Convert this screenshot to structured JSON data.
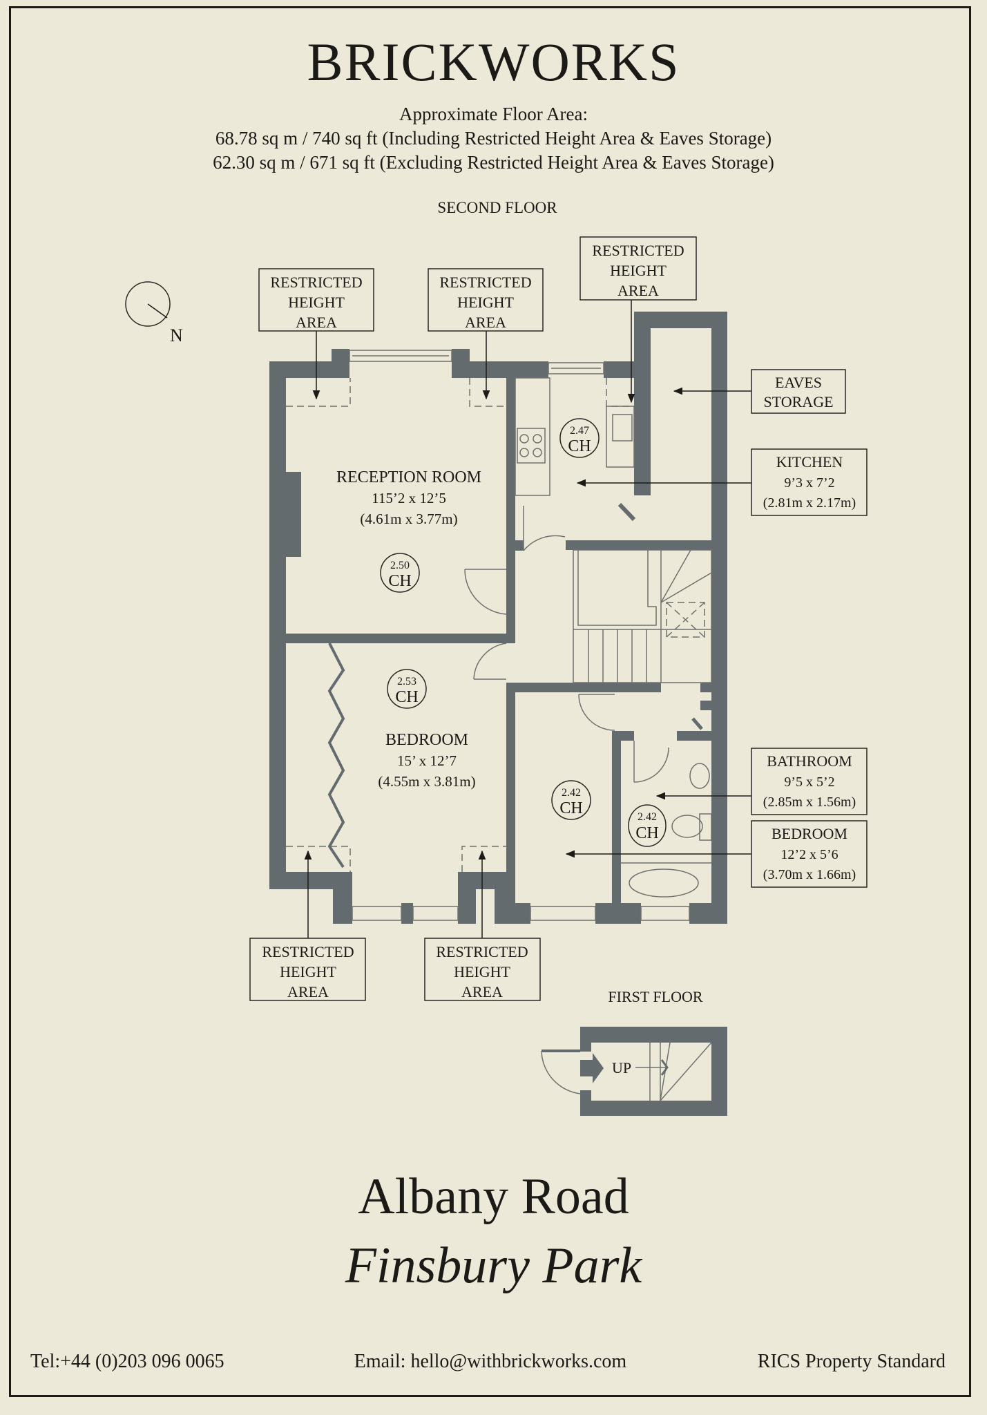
{
  "brand": "BRICKWORKS",
  "area": {
    "heading": "Approximate Floor Area:",
    "including": "68.78 sq m / 740 sq ft  (Including Restricted Height Area & Eaves Storage)",
    "excluding": "62.30 sq m / 671 sq ft  (Excluding Restricted Height Area & Eaves Storage)"
  },
  "second_floor": {
    "label": "SECOND FLOOR",
    "compass_label": "N",
    "callouts": {
      "rha_line1": "RESTRICTED",
      "rha_line2": "HEIGHT",
      "rha_line3": "AREA",
      "eaves_line1": "EAVES",
      "eaves_line2": "STORAGE",
      "kitchen": {
        "name": "KITCHEN",
        "imperial": "9’3 x 7’2",
        "metric": "(2.81m x 2.17m)"
      },
      "bathroom": {
        "name": "BATHROOM",
        "imperial": "9’5 x 5’2",
        "metric": "(2.85m x 1.56m)"
      },
      "bedroom2": {
        "name": "BEDROOM",
        "imperial": "12’2 x 5’6",
        "metric": "(3.70m x 1.66m)"
      }
    },
    "rooms": {
      "reception": {
        "name": "RECEPTION ROOM",
        "imperial": "115’2 x 12’5",
        "metric": "(4.61m x 3.77m)",
        "ceiling": "2.50"
      },
      "bedroom": {
        "name": "BEDROOM",
        "imperial": "15’ x 12’7",
        "metric": "(4.55m x 3.81m)",
        "ceiling": "2.53"
      },
      "kitchen_ceiling": "2.47",
      "bedroom2_ceiling": "2.42",
      "bathroom_ceiling": "2.42",
      "ceiling_suffix": "CH"
    }
  },
  "first_floor": {
    "label": "FIRST FLOOR",
    "stair_label": "UP"
  },
  "address": {
    "street": "Albany Road",
    "area": "Finsbury Park"
  },
  "footer": {
    "tel": "Tel:+44 (0)203 096 0065",
    "email": "Email:  hello@withbrickworks.com",
    "standard": "RICS Property Standard"
  },
  "colors": {
    "background": "#ede9d8",
    "wall": "#636b6e",
    "text": "#1c1a17"
  }
}
